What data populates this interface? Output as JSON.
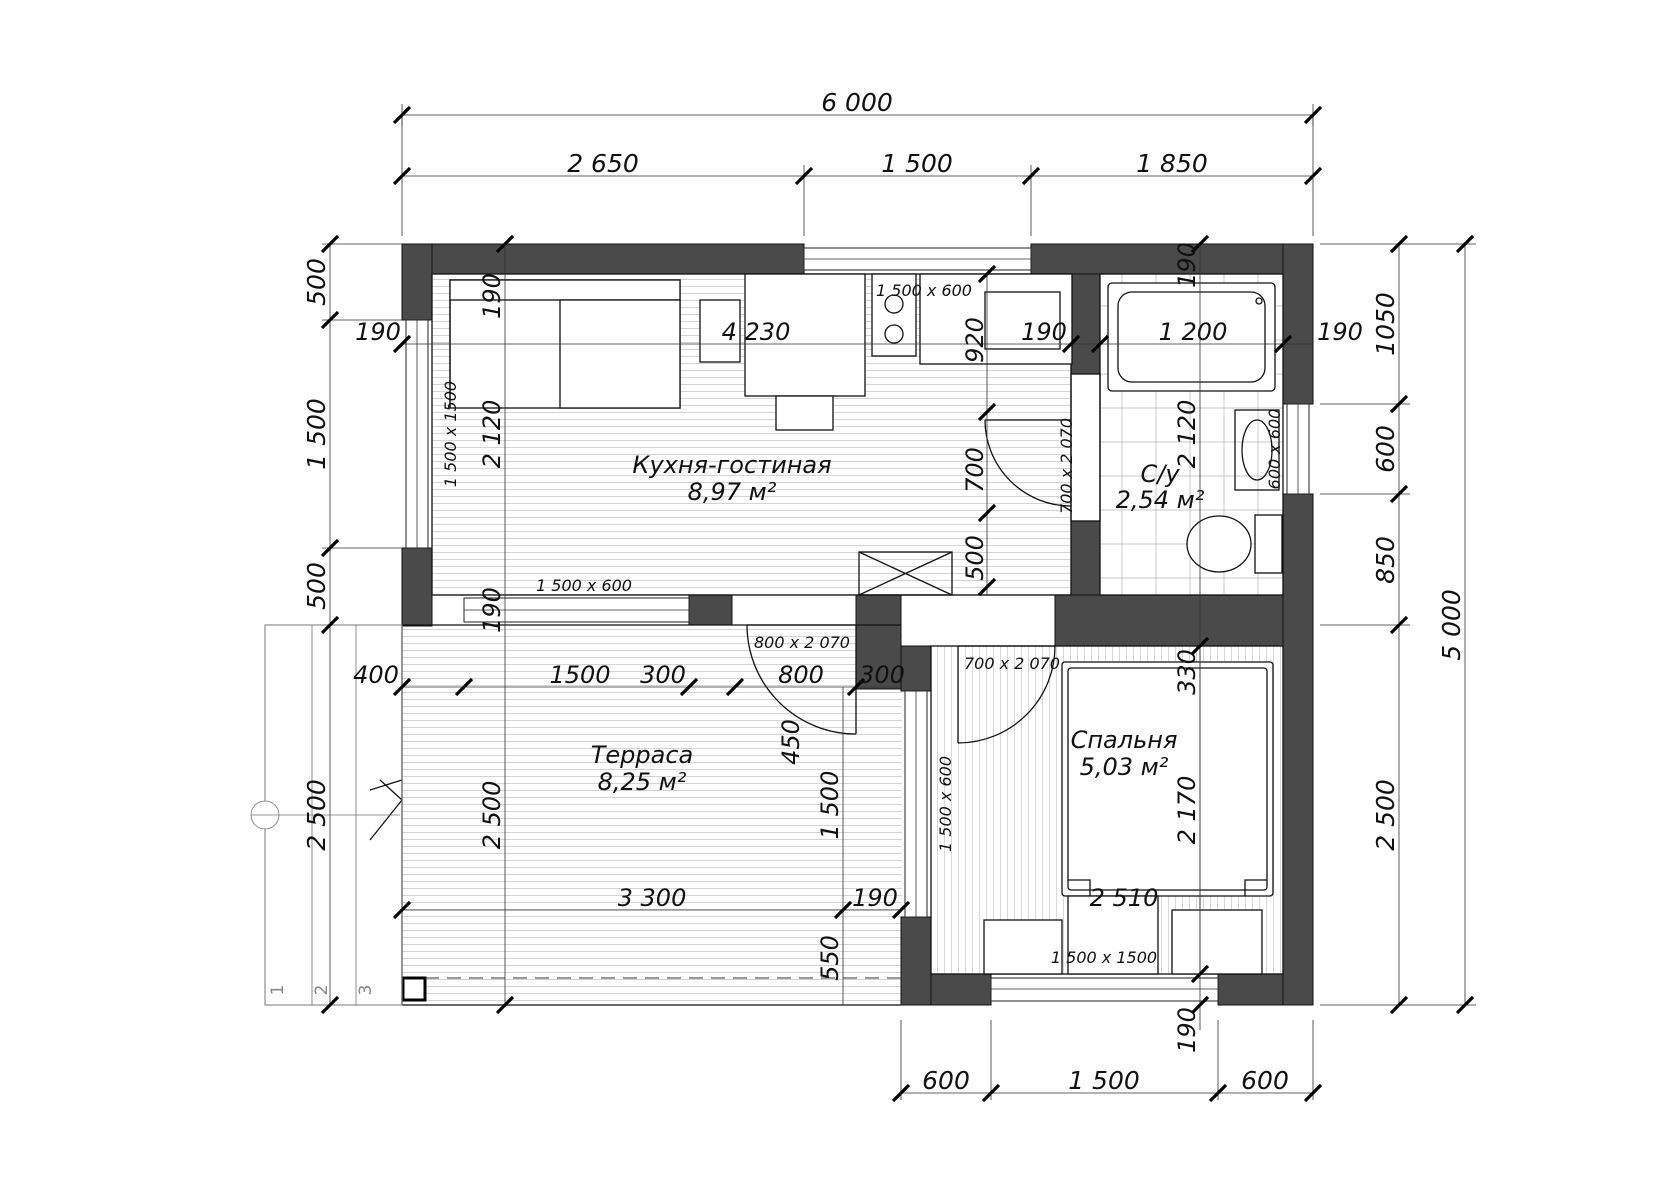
{
  "plan": {
    "overall_width": "6 000",
    "overall_depth": "5 000",
    "top_chain": [
      "2 650",
      "1 500",
      "1 850"
    ],
    "bottom_chain": [
      "600",
      "1 500",
      "600"
    ],
    "right_chain": [
      "1050",
      "600",
      "850",
      "2 500"
    ],
    "left_chain": [
      "500",
      "1 500",
      "500",
      "2 500"
    ],
    "grid_axes": [
      "1",
      "2",
      "3"
    ]
  },
  "rooms": [
    {
      "name": "Кухня-гостиная",
      "area": "8,97 м²"
    },
    {
      "name": "С/у",
      "area": "2,54 м²"
    },
    {
      "name": "Терраса",
      "area": "8,25 м²"
    },
    {
      "name": "Спальня",
      "area": "5,03 м²"
    }
  ],
  "openings": {
    "kitchen_top_window": "1 500 x 600",
    "kitchen_left_window": "1 500 x 1500",
    "kitchen_bottom_window": "1 500 x 600",
    "bath_door": "700 x 2 070",
    "bath_window": "600 x 600",
    "terrace_door": "800 x 2 070",
    "bedroom_door": "700 x 2 070",
    "bedroom_left_window": "1 500 x 600",
    "bedroom_bottom_window": "1 500 x 1500"
  },
  "inner_dims": {
    "k_190_top": "190",
    "k_190_left": "190",
    "k_4230": "4 230",
    "k_920": "920",
    "k_190_mid": "190",
    "b_1200": "1 200",
    "b_190_right": "190",
    "b_190_top": "190",
    "k_2120": "2 120",
    "b_2120": "2 120",
    "k_700": "700",
    "k_500": "500",
    "k_190_bottom": "190",
    "t_400": "400",
    "t_1500": "1500",
    "t_300a": "300",
    "t_800": "800",
    "t_300b": "300",
    "t_450": "450",
    "t_2500": "2 500",
    "t_1500v": "1 500",
    "t_3300": "3 300",
    "t_190": "190",
    "t_550": "550",
    "s_330": "330",
    "s_2170": "2 170",
    "s_2510": "2 510",
    "bottom_190": "190"
  }
}
